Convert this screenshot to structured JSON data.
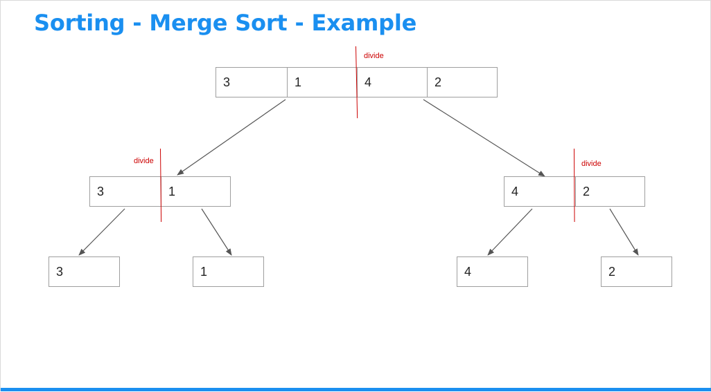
{
  "title": "Sorting - Merge Sort - Example",
  "colors": {
    "title": "#1a8ff0",
    "accent_bar": "#1a8ff0",
    "divide": "#cc0000",
    "arrow": "#555555",
    "box_border": "#9e9e9e"
  },
  "divide_label": "divide",
  "level0": [
    "3",
    "1",
    "4",
    "2"
  ],
  "level1_left": [
    "3",
    "1"
  ],
  "level1_right": [
    "4",
    "2"
  ],
  "level2": [
    "3",
    "1",
    "4",
    "2"
  ]
}
